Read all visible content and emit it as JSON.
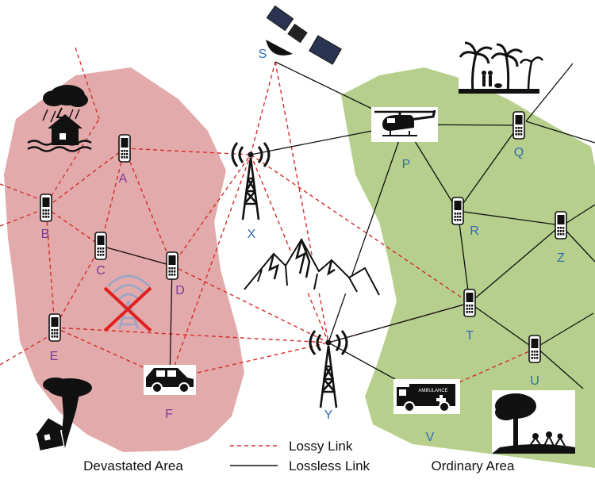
{
  "colors": {
    "devastated_area": "#e2aaaa",
    "ordinary_area": "#b6cf8d",
    "lossy_link": "#d62a2a",
    "lossless_link": "#111111",
    "label_blue": "#2f6cb5",
    "label_purple": "#7b3a9c"
  },
  "areas": {
    "devastated_label": "Devastated Area",
    "ordinary_label": "Ordinary Area"
  },
  "legend": {
    "lossy": "Lossy Link",
    "lossless": "Lossless Link"
  },
  "nodes": [
    {
      "id": "S",
      "label": "S",
      "kind": "satellite-icon"
    },
    {
      "id": "X",
      "label": "X",
      "kind": "cell-tower-icon"
    },
    {
      "id": "Y",
      "label": "Y",
      "kind": "cell-tower-icon"
    },
    {
      "id": "A",
      "label": "A",
      "kind": "phone-icon"
    },
    {
      "id": "B",
      "label": "B",
      "kind": "phone-icon"
    },
    {
      "id": "C",
      "label": "C",
      "kind": "phone-icon"
    },
    {
      "id": "D",
      "label": "D",
      "kind": "phone-icon"
    },
    {
      "id": "E",
      "label": "E",
      "kind": "phone-icon"
    },
    {
      "id": "F",
      "label": "F",
      "kind": "suv-icon"
    },
    {
      "id": "P",
      "label": "P",
      "kind": "helicopter-icon"
    },
    {
      "id": "Q",
      "label": "Q",
      "kind": "phone-icon"
    },
    {
      "id": "R",
      "label": "R",
      "kind": "phone-icon"
    },
    {
      "id": "Z",
      "label": "Z",
      "kind": "phone-icon"
    },
    {
      "id": "T",
      "label": "T",
      "kind": "phone-icon"
    },
    {
      "id": "U",
      "label": "U",
      "kind": "phone-icon"
    },
    {
      "id": "V",
      "label": "V",
      "kind": "ambulance-icon"
    }
  ],
  "ambulance_text": "AMBULANCE",
  "links": {
    "lossy": [
      [
        "A",
        "X"
      ],
      [
        "A",
        "B"
      ],
      [
        "A",
        "C"
      ],
      [
        "A",
        "D"
      ],
      [
        "B",
        "C"
      ],
      [
        "B",
        "E"
      ],
      [
        "C",
        "D"
      ],
      [
        "C",
        "E"
      ],
      [
        "D",
        "X"
      ],
      [
        "D",
        "Y"
      ],
      [
        "E",
        "Y"
      ],
      [
        "E",
        "F"
      ],
      [
        "F",
        "X"
      ],
      [
        "F",
        "Y"
      ],
      [
        "X",
        "S"
      ],
      [
        "X",
        "T"
      ],
      [
        "X",
        "Y"
      ],
      [
        "S",
        "Y"
      ],
      [
        "V",
        "U"
      ],
      [
        "T",
        "Y"
      ]
    ],
    "lossless": [
      [
        "S",
        "P"
      ],
      [
        "X",
        "P"
      ],
      [
        "P",
        "Q"
      ],
      [
        "P",
        "R"
      ],
      [
        "P",
        "Y"
      ],
      [
        "Q",
        "R"
      ],
      [
        "R",
        "Z"
      ],
      [
        "R",
        "T"
      ],
      [
        "T",
        "Z"
      ],
      [
        "T",
        "U"
      ],
      [
        "Y",
        "T"
      ],
      [
        "Y",
        "V"
      ],
      [
        "D",
        "F"
      ],
      [
        "C",
        "D"
      ]
    ]
  },
  "decor": [
    "flooded-house-icon",
    "tornado-house-icon",
    "broken-tower-icon",
    "mountains-icon",
    "palm-beach-icon",
    "park-playground-icon"
  ]
}
